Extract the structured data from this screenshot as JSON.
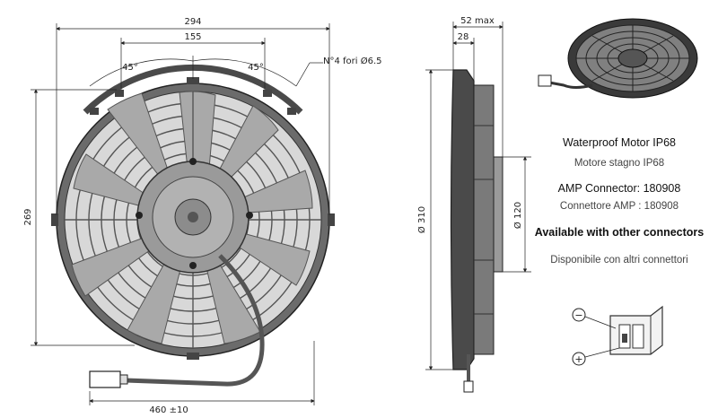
{
  "dimensions": {
    "overall_width": "294",
    "bolt_spacing": "155",
    "angle_left": "45°",
    "angle_right": "45°",
    "mounting_holes": "N°4 fori Ø6.5",
    "height": "269",
    "cable_length": "460 ±10",
    "max_depth": "52 max",
    "depth": "28",
    "outer_diameter": "Ø 310",
    "motor_diameter": "Ø 120"
  },
  "specs": {
    "motor_en": "Waterproof Motor  IP68",
    "motor_it": "Motore stagno  IP68",
    "connector_en": "AMP Connector: 180908",
    "connector_it": "Connettore AMP : 180908",
    "other_en": "Available with other connectors",
    "other_it": "Disponibile con altri connettori"
  },
  "connector": {
    "minus": "−",
    "plus": "+"
  },
  "colors": {
    "line": "#222222",
    "blade": "#a9a9a9",
    "frame": "#5a5a5a",
    "hub": "#9a9a9a"
  }
}
